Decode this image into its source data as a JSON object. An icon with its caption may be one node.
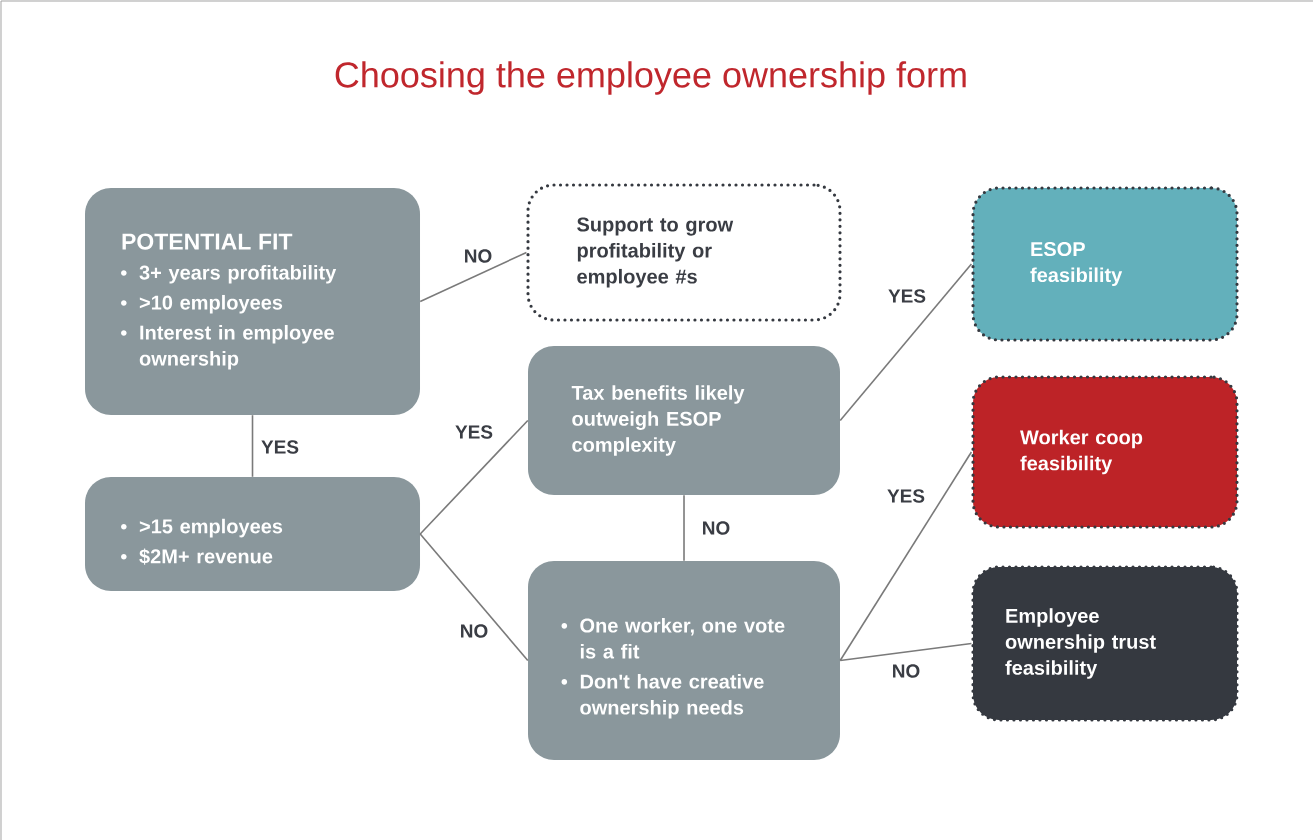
{
  "diagram": {
    "title": "Choosing the employee ownership form",
    "nodes": [
      {
        "text": [
          "POTENTIAL FIT",
          "3+ years profitability",
          ">10 employees",
          "Interest in employee ownership"
        ]
      },
      {
        "text": [
          "Support to grow profitability or employee #s"
        ]
      },
      {
        "text": [
          ">15 employees",
          "$2M+ revenue"
        ]
      },
      {
        "text": [
          "Tax benefits likely outweigh ESOP complexity"
        ]
      },
      {
        "text": [
          "One worker, one vote is a fit",
          "Don't have creative ownership needs"
        ]
      },
      {
        "text": [
          "ESOP feasibility"
        ]
      },
      {
        "text": [
          "Worker coop feasibility"
        ]
      },
      {
        "text": [
          "Employee ownership trust feasibility"
        ]
      }
    ],
    "edges": [
      {
        "from": 0,
        "to": 1,
        "arrow": "none",
        "label": "NO"
      },
      {
        "from": 0,
        "to": 2,
        "arrow": "none",
        "label": "YES"
      },
      {
        "from": 2,
        "to": 3,
        "arrow": "none",
        "label": "YES"
      },
      {
        "from": 2,
        "to": 4,
        "arrow": "none",
        "label": "NO"
      },
      {
        "from": 3,
        "to": 4,
        "arrow": "none",
        "label": "NO"
      },
      {
        "from": 3,
        "to": 5,
        "arrow": "none",
        "label": "YES"
      },
      {
        "from": 4,
        "to": 6,
        "arrow": "none",
        "label": "YES"
      },
      {
        "from": 4,
        "to": 7,
        "arrow": "none",
        "label": "NO"
      }
    ]
  }
}
